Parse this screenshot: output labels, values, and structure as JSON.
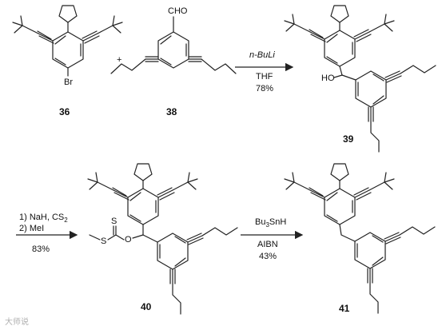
{
  "compounds": {
    "c36": {
      "label": "36",
      "atom_br": "Br"
    },
    "c38": {
      "label": "38",
      "atom_cho": "CHO"
    },
    "c39": {
      "label": "39",
      "atom_ho": "HO"
    },
    "c40": {
      "label": "40",
      "atom_s1": "S",
      "atom_s2": "S",
      "atom_o": "O"
    },
    "c41": {
      "label": "41"
    }
  },
  "plus": "+",
  "arrows": {
    "a1": {
      "above": "n-BuLi",
      "below1": "THF",
      "below2": "78%"
    },
    "a2": {
      "above1": "1) NaH, CS",
      "above1_sub": "2",
      "above2": "2) MeI",
      "below": "83%"
    },
    "a3": {
      "above": "Bu",
      "above_sub": "3",
      "above_rest": "SnH",
      "below1": "AIBN",
      "below2": "43%"
    }
  },
  "watermark": "大师说"
}
